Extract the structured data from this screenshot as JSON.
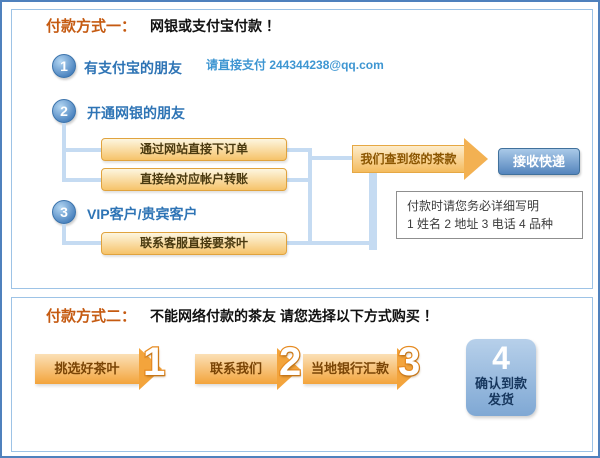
{
  "colors": {
    "accent_orange": "#c55a11",
    "accent_blue": "#2e74b5",
    "button_orange": "#f6c36a",
    "flow_line_blue": "#c5dbf2",
    "receive_button_blue": "#5585bd"
  },
  "section_one": {
    "title_label": "付款方式一：",
    "title_text": "网银或支付宝付款 ！",
    "email_hint": "请直接支付 244344238@qq.com",
    "steps": [
      {
        "num": "1",
        "label": "有支付宝的朋友"
      },
      {
        "num": "2",
        "label": "开通网银的朋友"
      },
      {
        "num": "3",
        "label": "VIP客户/贵宾客户"
      }
    ],
    "buttons": [
      {
        "label": "通过网站直接下订单"
      },
      {
        "label": "直接给对应帐户转账"
      },
      {
        "label": "联系客服直接要茶叶"
      }
    ],
    "flow_arrow_text": "我们查到您的茶款",
    "receive_button": "接收快递",
    "note": {
      "line1": "付款时请您务必详细写明",
      "line2": "1 姓名 2 地址 3 电话 4 品种"
    }
  },
  "section_two": {
    "title_label": "付款方式二：",
    "title_text": "不能网络付款的茶友 请您选择以下方式购买 ！",
    "steps": [
      {
        "num": "1",
        "label": "挑选好茶叶"
      },
      {
        "num": "2",
        "label": "联系我们"
      },
      {
        "num": "3",
        "label": "当地银行汇款"
      }
    ],
    "final_step": {
      "num": "4",
      "label_line1": "确认到款",
      "label_line2": "发货"
    }
  }
}
